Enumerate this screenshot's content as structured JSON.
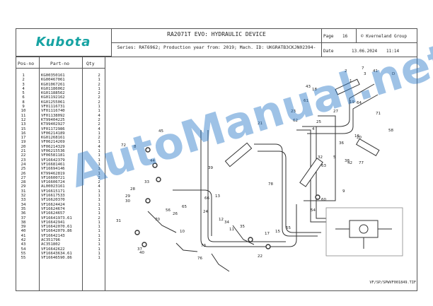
{
  "header": {
    "logo_text": "Kubota",
    "title": "RA2071T EVO: HYDRAULIC DEVICE",
    "series": "Series: RAT6962; Production year from: 2019; Mach. ID: UKGRATB3CKJN02394-",
    "page_label": "Page",
    "page_number": "16",
    "copyright": "© Kverneland Group",
    "date_label": "Date",
    "date": "13.06.2024",
    "time": "11:14"
  },
  "table": {
    "col_pos": "Pos-no",
    "col_part": "Part-no",
    "col_qty": "Qty",
    "rows": [
      [
        "1",
        "KG00350161",
        "2"
      ],
      [
        "2",
        "KG00467061",
        "1"
      ],
      [
        "3",
        "KG01067261",
        "2"
      ],
      [
        "4",
        "KG01186062",
        "1"
      ],
      [
        "5",
        "KG01188562",
        "2"
      ],
      [
        "6",
        "KG01192162",
        "2"
      ],
      [
        "8",
        "KG01255061",
        "2"
      ],
      [
        "9",
        "VF01116731",
        "1"
      ],
      [
        "10",
        "VF01116740",
        "1"
      ],
      [
        "11",
        "VF01138092",
        "4"
      ],
      [
        "12",
        "KT99404225",
        "2"
      ],
      [
        "13",
        "KT99402927",
        "2"
      ],
      [
        "15",
        "VF01172986",
        "4"
      ],
      [
        "16",
        "VF06214189",
        "1"
      ],
      [
        "17",
        "KG01268161",
        "2"
      ],
      [
        "19",
        "VF06214269",
        "1"
      ],
      [
        "20",
        "VF06214329",
        "4"
      ],
      [
        "21",
        "VF06215536",
        "1"
      ],
      [
        "22",
        "VF06581181",
        "1"
      ],
      [
        "23",
        "VF16642379",
        "1"
      ],
      [
        "24",
        "VF16681461",
        "1"
      ],
      [
        "25",
        "VF16694146",
        "1"
      ],
      [
        "26",
        "KT99462819",
        "1"
      ],
      [
        "27",
        "VF16600721",
        "2"
      ],
      [
        "28",
        "VF16606724",
        "2"
      ],
      [
        "29",
        "AL00023161",
        "4"
      ],
      [
        "31",
        "VF16615171",
        "1"
      ],
      [
        "32",
        "VF16617533",
        "1"
      ],
      [
        "33",
        "VF16620370",
        "1"
      ],
      [
        "34",
        "VF16624424",
        "1"
      ],
      [
        "35",
        "VF16624674",
        "1"
      ],
      [
        "36",
        "VF16624657",
        "1"
      ],
      [
        "37",
        "VF16641973.61",
        "2"
      ],
      [
        "38",
        "VF16642941",
        "1"
      ],
      [
        "39",
        "VF16642070.61",
        "1"
      ],
      [
        "40",
        "VF16642079.86",
        "1"
      ],
      [
        "41",
        "VF16642143",
        "1"
      ],
      [
        "42",
        "AC351796",
        "1"
      ],
      [
        "43",
        "AC351802",
        "1"
      ],
      [
        "54",
        "VF16642622",
        "1"
      ],
      [
        "55",
        "VF16643634.61",
        "1"
      ],
      [
        "55",
        "VF16646590.86",
        "1"
      ]
    ]
  },
  "diagram": {
    "callouts": [
      "1",
      "2",
      "3",
      "4",
      "5",
      "7",
      "8",
      "9",
      "10",
      "11",
      "12",
      "13",
      "15",
      "16",
      "17",
      "18",
      "19",
      "20",
      "21",
      "22",
      "23",
      "24",
      "25",
      "26",
      "27",
      "28",
      "29",
      "30",
      "31",
      "32",
      "33",
      "34",
      "35",
      "36",
      "37",
      "38",
      "39",
      "40",
      "41",
      "42",
      "43",
      "44",
      "45",
      "54",
      "55",
      "56",
      "58",
      "60",
      "61",
      "62",
      "63",
      "64",
      "65",
      "66",
      "70",
      "71",
      "72",
      "73",
      "76",
      "77",
      "78"
    ],
    "detail_label": "D"
  },
  "footer": {
    "reference": "VF/SP/SPWVF001849.TIF"
  },
  "watermark": {
    "text": "AutoManual.net"
  }
}
